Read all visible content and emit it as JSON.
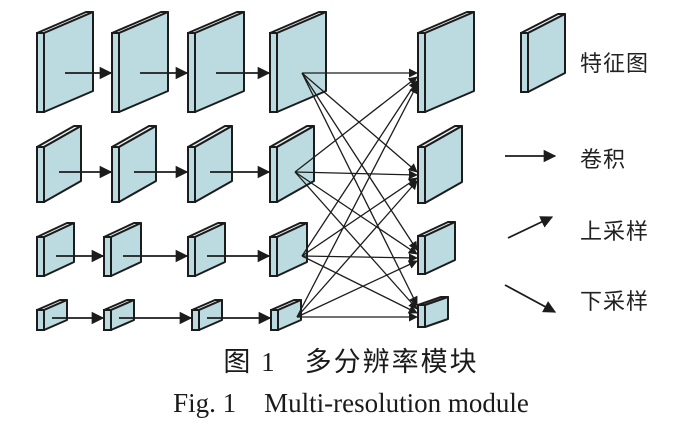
{
  "figure": {
    "caption_cn_label": "图 1",
    "caption_cn_title": "多分辨率模块",
    "caption_en_label": "Fig. 1",
    "caption_en_title": "Multi-resolution module"
  },
  "colors": {
    "feature_map_fill": "#bcdbe0",
    "feature_map_stroke": "#1c1c1c",
    "arrow": "#1c1c1c"
  },
  "legend": {
    "items": [
      {
        "icon": "feature-map-icon",
        "label": "特征图"
      },
      {
        "icon": "convolution-arrow-icon",
        "label": "卷积"
      },
      {
        "icon": "upsample-arrow-icon",
        "label": "上采样"
      },
      {
        "icon": "downsample-arrow-icon",
        "label": "下采样"
      }
    ]
  },
  "network": {
    "resolution_branches": 4,
    "stages_per_branch": 4,
    "output_maps": 4,
    "branch_scale": [
      "1x",
      "1/2",
      "1/4",
      "1/8"
    ],
    "connections": "fully connected: every branch output fuses into every output map (convolution same-scale, upsampling from lower to higher resolution, downsampling from higher to lower resolution)"
  }
}
